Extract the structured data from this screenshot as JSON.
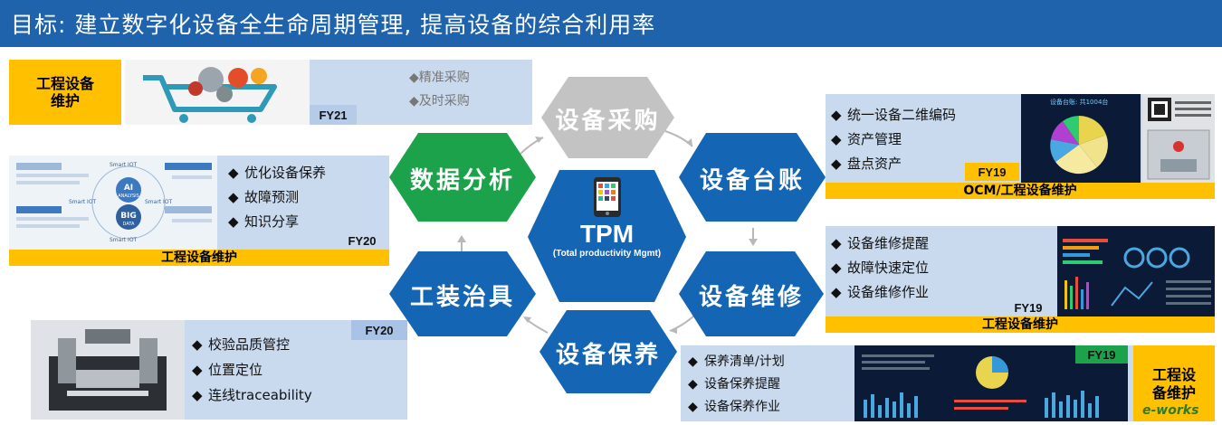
{
  "header": {
    "title": "目标: 建立数字化设备全生命周期管理, 提高设备的综合利用率"
  },
  "center": {
    "title": "TPM",
    "subtitle": "(Total productivity Mgmt)"
  },
  "hexes": {
    "purchase": "设备采购",
    "ledger": "设备台账",
    "repair": "设备维修",
    "maintenance": "设备保养",
    "fixture": "工装治具",
    "analysis": "数据分析"
  },
  "colors": {
    "title_bar": "#1f63ad",
    "hex_blue": "#1565b5",
    "hex_gray": "#c3c3c3",
    "hex_green": "#1ca24a",
    "yellow": "#ffc000",
    "panel": "#c9d9ee"
  },
  "panels": {
    "purchase": {
      "badge": "工程设备\n维护",
      "fy": "FY21",
      "items": [
        "精准采购",
        "及时采购"
      ]
    },
    "ledger": {
      "fy": "FY19",
      "items": [
        "统一设备二维编码",
        "资产管理",
        "盘点资产"
      ],
      "footer": "OCM/工程设备维护",
      "chart_title": "设备台账: 共1004台"
    },
    "analysis": {
      "fy": "FY20",
      "items": [
        "优化设备保养",
        "故障预测",
        "知识分享"
      ],
      "footer": "工程设备维护",
      "diagram": {
        "center": "AI",
        "center_sub": "ANALYSIS",
        "center2": "BIG",
        "center2_sub": "DATA",
        "ring": [
          "Smart IOT",
          "Smart IOT",
          "Smart IOT",
          "Smart IOT"
        ]
      }
    },
    "repair": {
      "fy": "FY19",
      "items": [
        "设备维修提醒",
        "故障快速定位",
        "设备维修作业"
      ],
      "footer": "工程设备维护"
    },
    "fixture": {
      "fy": "FY20",
      "items": [
        "校验品质管控",
        "位置定位",
        "连线traceability"
      ]
    },
    "maintenance": {
      "fy": "FY19",
      "items": [
        "保养清单/计划",
        "设备保养提醒",
        "设备保养作业"
      ],
      "badge": "工程设\n备维护",
      "watermark": "e-works"
    }
  }
}
